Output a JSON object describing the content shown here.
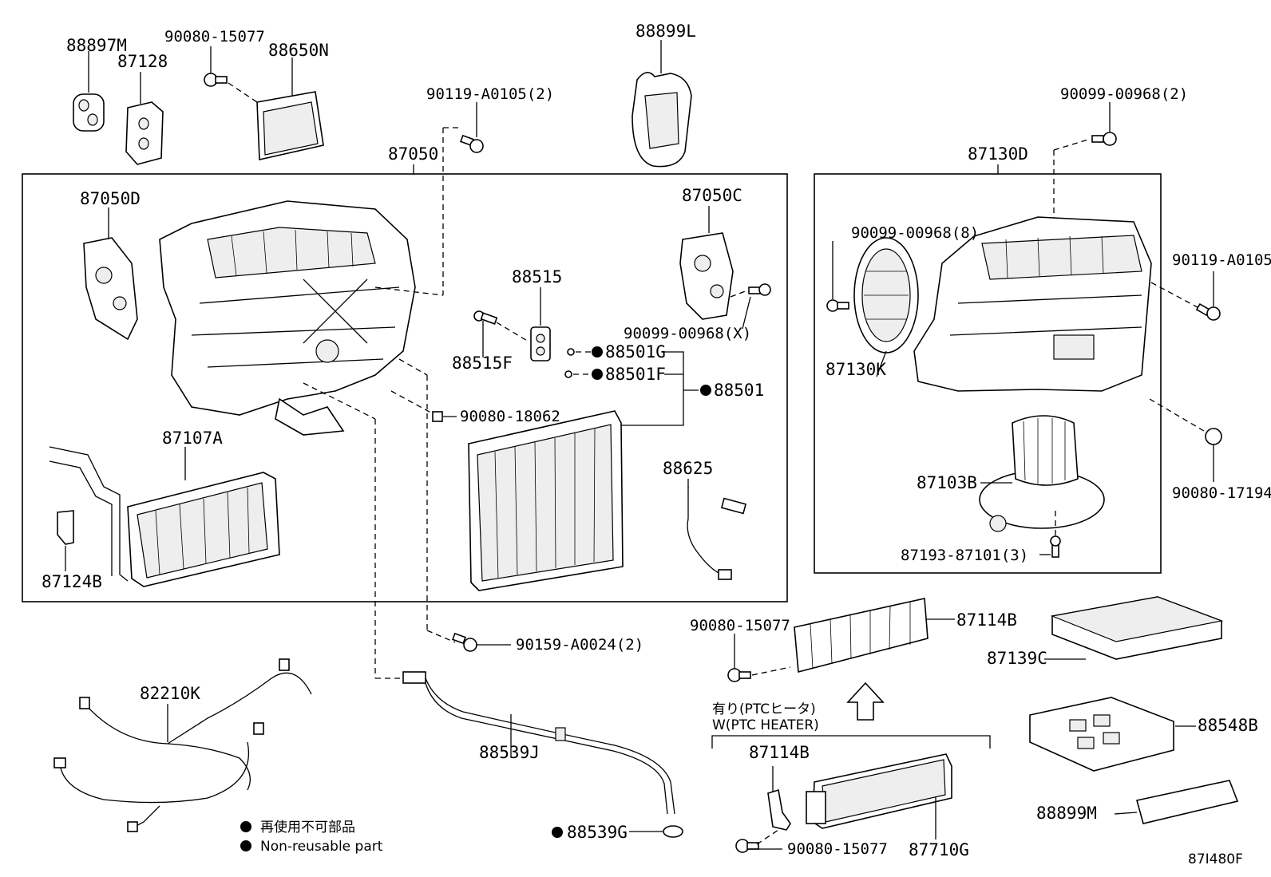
{
  "labels": {
    "p88897M": "88897M",
    "p87128": "87128",
    "p90080_15077_top": "90080-15077",
    "p88650N": "88650N",
    "p88899L": "88899L",
    "p90119_A0105_2": "90119-A0105(2)",
    "p90099_00968_2": "90099-00968(2)",
    "p87050": "87050",
    "p87130D": "87130D",
    "p87050D": "87050D",
    "p87050C": "87050C",
    "p88515": "88515",
    "p88515F": "88515F",
    "p90099_00968_X": "90099-00968(X)",
    "p88501G": "88501G",
    "p88501F": "88501F",
    "p88501": "88501",
    "p90080_18062": "90080-18062",
    "p87107A": "87107A",
    "p87124B": "87124B",
    "p88625": "88625",
    "p90099_00968_8": "90099-00968(8)",
    "p90119_A0105": "90119-A0105",
    "p87130K": "87130K",
    "p87103B": "87103B",
    "p90080_17194": "90080-17194",
    "p87193_87101_3": "87193-87101(3)",
    "p90159_A0024_2": "90159-A0024(2)",
    "p90080_15077_mid": "90080-15077",
    "p87114B_top": "87114B",
    "p87139C": "87139C",
    "p82210K": "82210K",
    "p88539J": "88539J",
    "p88548B": "88548B",
    "p87114B_bot": "87114B",
    "p88899M": "88899M",
    "p88539G": "88539G",
    "p90080_15077_bot": "90080-15077",
    "p87710G": "87710G",
    "diagram_code": "87I480F"
  },
  "ptc_note": {
    "jp": "有り(PTCヒータ)",
    "en": "W(PTC HEATER)"
  },
  "legend": {
    "jp": "再使用不可部品",
    "en": "Non-reusable part"
  },
  "colors": {
    "line": "#000000",
    "background": "#ffffff"
  }
}
